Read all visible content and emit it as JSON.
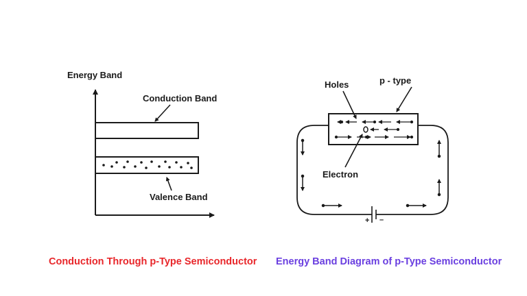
{
  "left_diagram": {
    "axis_label": "Energy Band",
    "conduction_label": "Conduction Band",
    "valence_label": "Valence Band"
  },
  "right_diagram": {
    "holes_label": "Holes",
    "type_label": "p - type",
    "electron_label": "Electron",
    "battery_plus": "+",
    "battery_minus": "–"
  },
  "captions": {
    "left": "Conduction Through p-Type Semiconductor",
    "right": "Energy Band Diagram of p-Type Semiconductor"
  },
  "colors": {
    "left_caption": "#e8262a",
    "right_caption": "#6a3fe0",
    "line": "#1a1a1a"
  }
}
